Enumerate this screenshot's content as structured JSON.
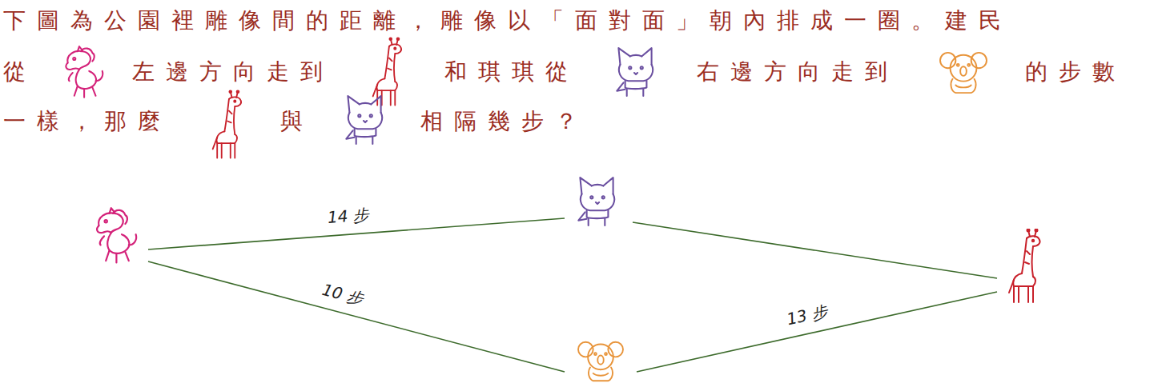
{
  "diagram": {
    "labels": [
      "下圖為公園裡雕像間的距離，雕像以「面對面」朝內排成一圈。建民",
      "從",
      "左邊方向走到",
      "和琪琪從",
      "右邊方向走到",
      "的步數",
      "一樣，那麼",
      "與",
      "相隔幾步？",
      "14 步",
      "10 步",
      "13 步"
    ]
  }
}
